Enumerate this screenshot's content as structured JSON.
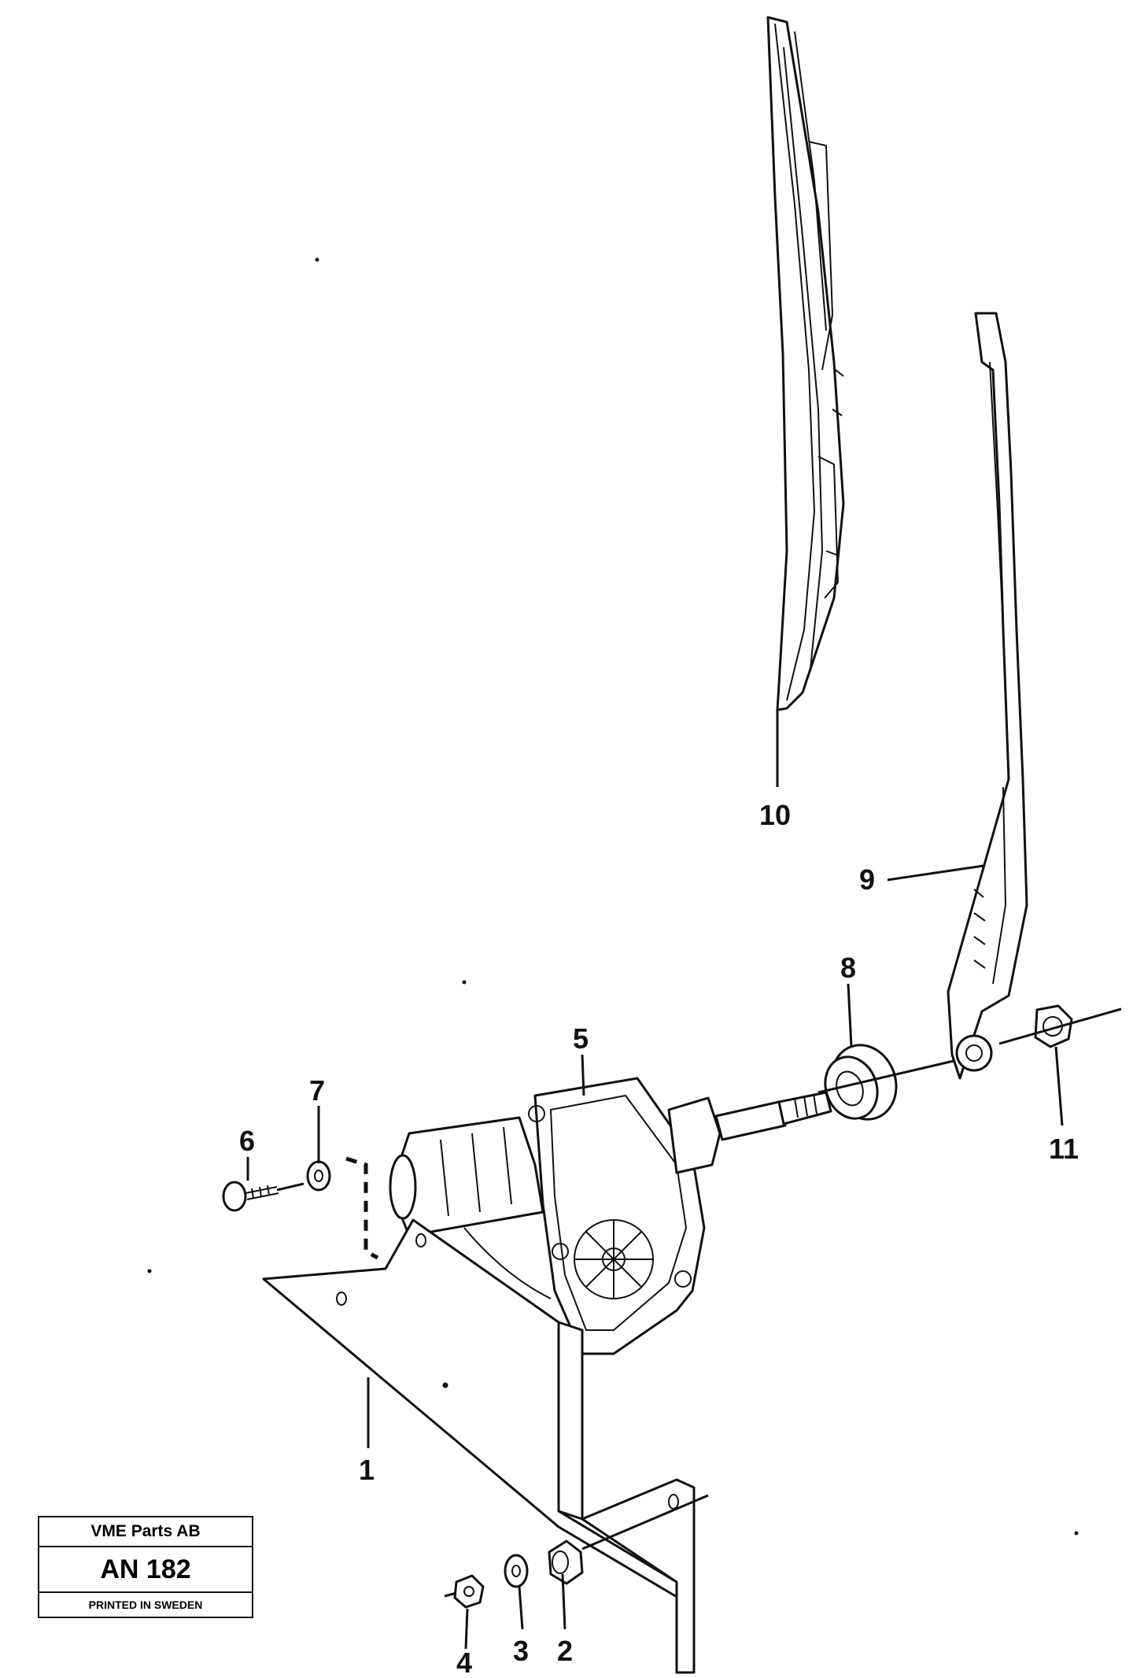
{
  "callouts": {
    "c1": "1",
    "c2": "2",
    "c3": "3",
    "c4": "4",
    "c5": "5",
    "c6": "6",
    "c7": "7",
    "c8": "8",
    "c9": "9",
    "c10": "10",
    "c11": "11"
  },
  "stamp": {
    "company": "VME Parts AB",
    "drawing_no": "AN 182",
    "printed": "PRINTED IN SWEDEN"
  }
}
